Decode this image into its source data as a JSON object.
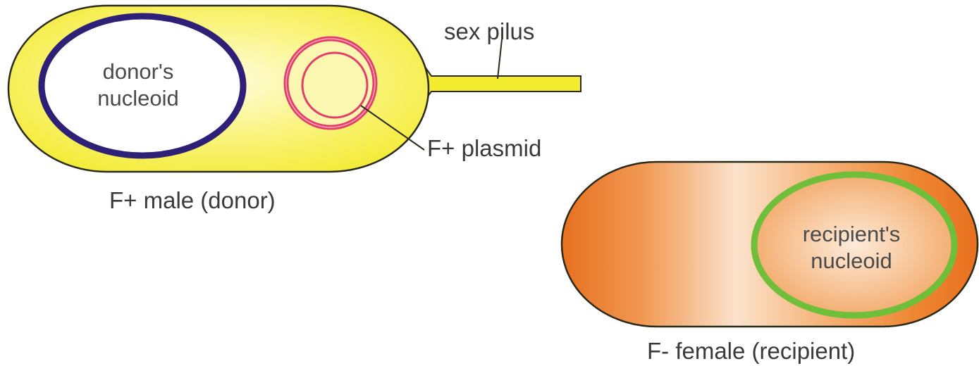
{
  "labels": {
    "donor_nucleoid_line1": "donor's",
    "donor_nucleoid_line2": "nucleoid",
    "sex_pilus": "sex pilus",
    "f_plus_plasmid": "F+ plasmid",
    "f_plus_male": "F+ male (donor)",
    "recipient_nucleoid_line1": "recipient's",
    "recipient_nucleoid_line2": "nucleoid",
    "f_minus_female": "F- female (recipient)"
  },
  "colors": {
    "donor_cell_fill": "#f8f35a",
    "donor_cell_outline": "#2a2a1a",
    "donor_nucleoid": "#2d2076",
    "sex_pilus": "#f3ec2f",
    "plasmid": "#e0406a",
    "recipient_cell_outer": "#ec7a26",
    "recipient_cell_inner": "#fbe6d2",
    "recipient_nucleoid": "#6fbf3a"
  }
}
